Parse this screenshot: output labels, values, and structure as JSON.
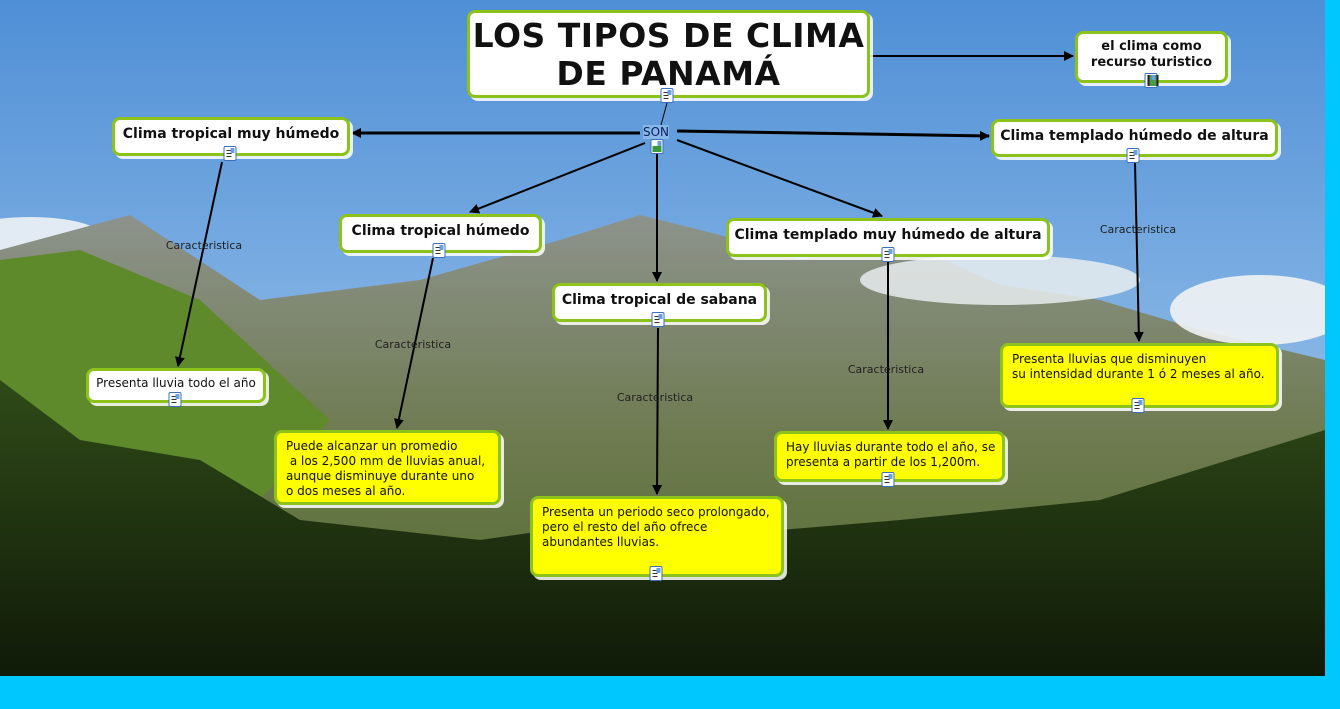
{
  "title": "LOS TIPOS DE CLIMA\nDE PANAMÁ",
  "title_line1": "LOS TIPOS DE CLIMA",
  "title_line2": "DE PANAMÁ",
  "linking_son": "SON",
  "tourism_line1": "el clima como",
  "tourism_line2": "recurso turistico",
  "climates": [
    {
      "name": "Clima tropical muy húmedo",
      "link": "Caracteristica",
      "desc": "Presenta lluvia todo el año"
    },
    {
      "name": "Clima tropical húmedo",
      "link": "Caracteristica",
      "desc": "Puede alcanzar un promedio\n a los 2,500 mm de lluvias anual,\naunque disminuye durante uno\no dos meses al año."
    },
    {
      "name": "Clima tropical de sabana",
      "link": "Caracteristica",
      "desc": "Presenta un periodo seco prolongado,\npero el resto del año ofrece\nabundantes lluvias."
    },
    {
      "name": "Clima templado muy húmedo de altura",
      "link": "Caracteristica",
      "desc": "Hay lluvias durante todo el año, se\npresenta a partir de los 1,200m."
    },
    {
      "name": "Clima templado húmedo de altura",
      "link": "Caracteristica",
      "desc": "Presenta lluvias que disminuyen\nsu intensidad durante 1 ó 2 meses al año."
    }
  ],
  "colors": {
    "node_border": "#8cc21a",
    "leaf_fill": "#ffff00",
    "frame": "#00c8ff"
  }
}
